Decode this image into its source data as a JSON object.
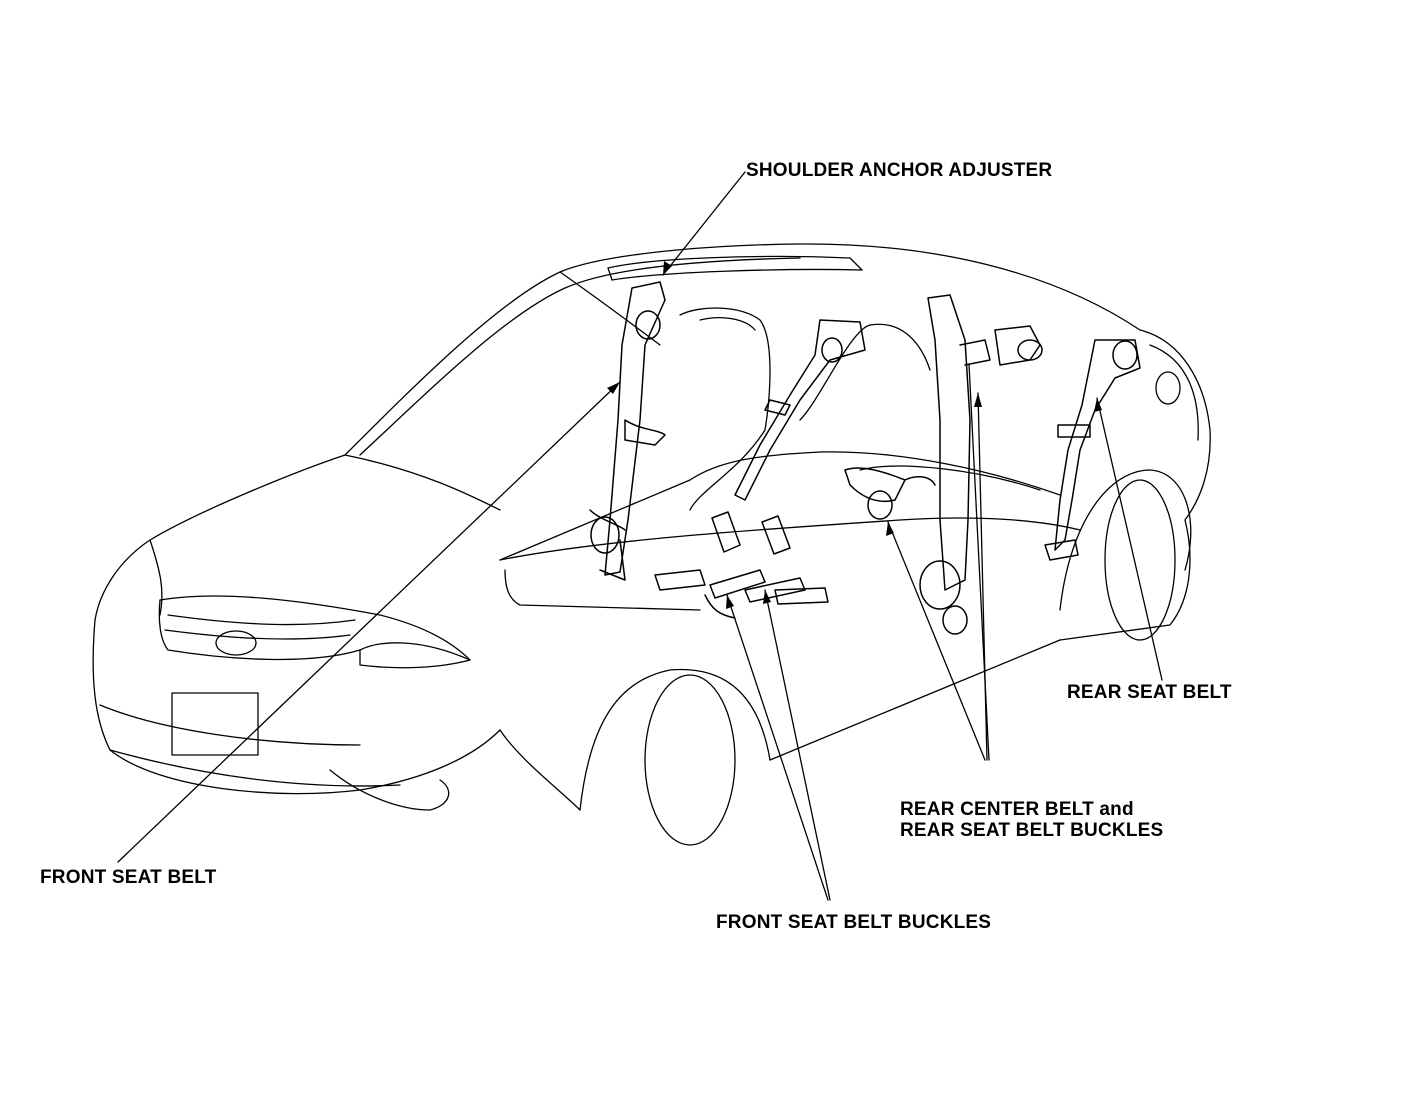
{
  "labels": {
    "shoulder_anchor_adjuster": "SHOULDER ANCHOR ADJUSTER",
    "front_seat_belt": "FRONT SEAT BELT",
    "rear_seat_belt": "REAR SEAT BELT",
    "rear_center_belt_line1": "REAR CENTER BELT and",
    "rear_center_belt_line2": "REAR SEAT BELT BUCKLES",
    "front_seat_belt_buckles": "FRONT SEAT BELT BUCKLES"
  }
}
